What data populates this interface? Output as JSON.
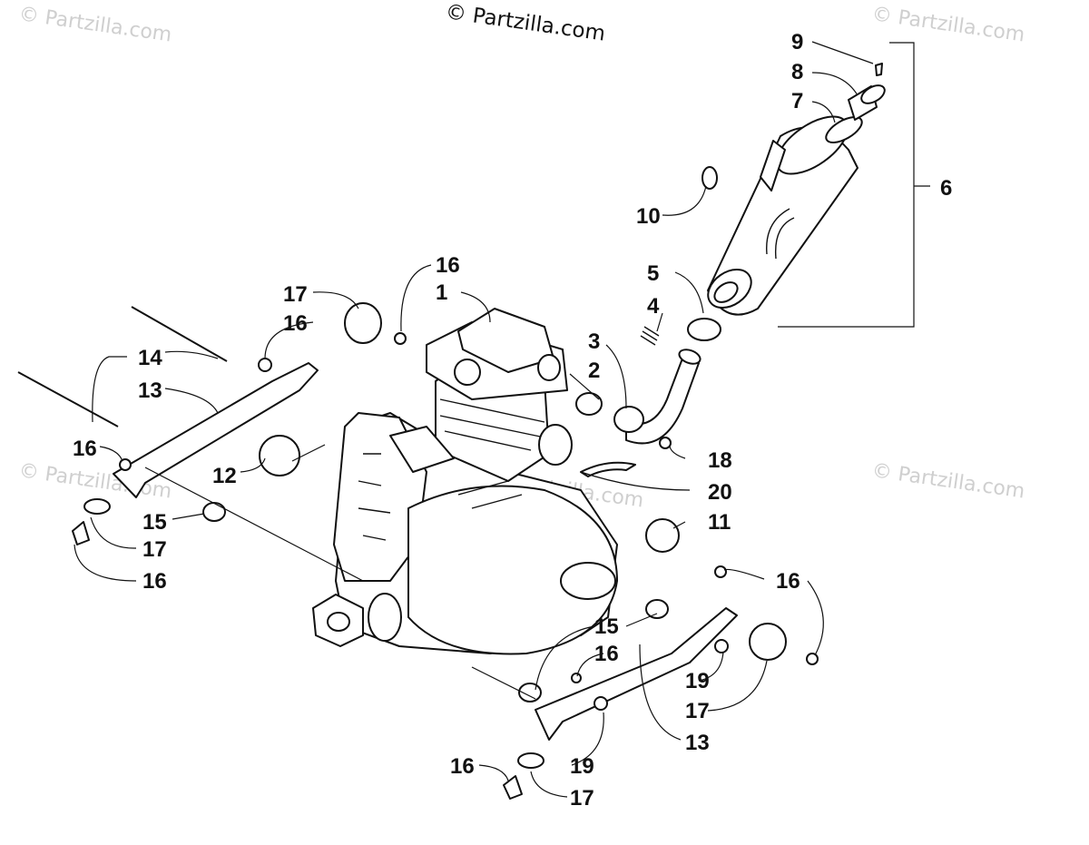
{
  "copyright": "© Partzilla.com",
  "watermarks": [
    "© Partzilla.com",
    "© Partzilla.com",
    "© Partzilla.com",
    "© Partzilla.com",
    "© Partzilla.com"
  ],
  "callouts": [
    {
      "id": "c1",
      "label": "1"
    },
    {
      "id": "c2",
      "label": "2"
    },
    {
      "id": "c3",
      "label": "3"
    },
    {
      "id": "c4",
      "label": "4"
    },
    {
      "id": "c5",
      "label": "5"
    },
    {
      "id": "c6",
      "label": "6"
    },
    {
      "id": "c7",
      "label": "7"
    },
    {
      "id": "c8",
      "label": "8"
    },
    {
      "id": "c9",
      "label": "9"
    },
    {
      "id": "c10",
      "label": "10"
    },
    {
      "id": "c11",
      "label": "11"
    },
    {
      "id": "c12",
      "label": "12"
    },
    {
      "id": "c13a",
      "label": "13"
    },
    {
      "id": "c13b",
      "label": "13"
    },
    {
      "id": "c14",
      "label": "14"
    },
    {
      "id": "c15a",
      "label": "15"
    },
    {
      "id": "c15b",
      "label": "15"
    },
    {
      "id": "c16a",
      "label": "16"
    },
    {
      "id": "c16b",
      "label": "16"
    },
    {
      "id": "c16c",
      "label": "16"
    },
    {
      "id": "c16d",
      "label": "16"
    },
    {
      "id": "c16e",
      "label": "16"
    },
    {
      "id": "c16f",
      "label": "16"
    },
    {
      "id": "c16g",
      "label": "16"
    },
    {
      "id": "c17a",
      "label": "17"
    },
    {
      "id": "c17b",
      "label": "17"
    },
    {
      "id": "c17c",
      "label": "17"
    },
    {
      "id": "c17d",
      "label": "17"
    },
    {
      "id": "c18",
      "label": "18"
    },
    {
      "id": "c19a",
      "label": "19"
    },
    {
      "id": "c19b",
      "label": "19"
    },
    {
      "id": "c20",
      "label": "20"
    }
  ]
}
